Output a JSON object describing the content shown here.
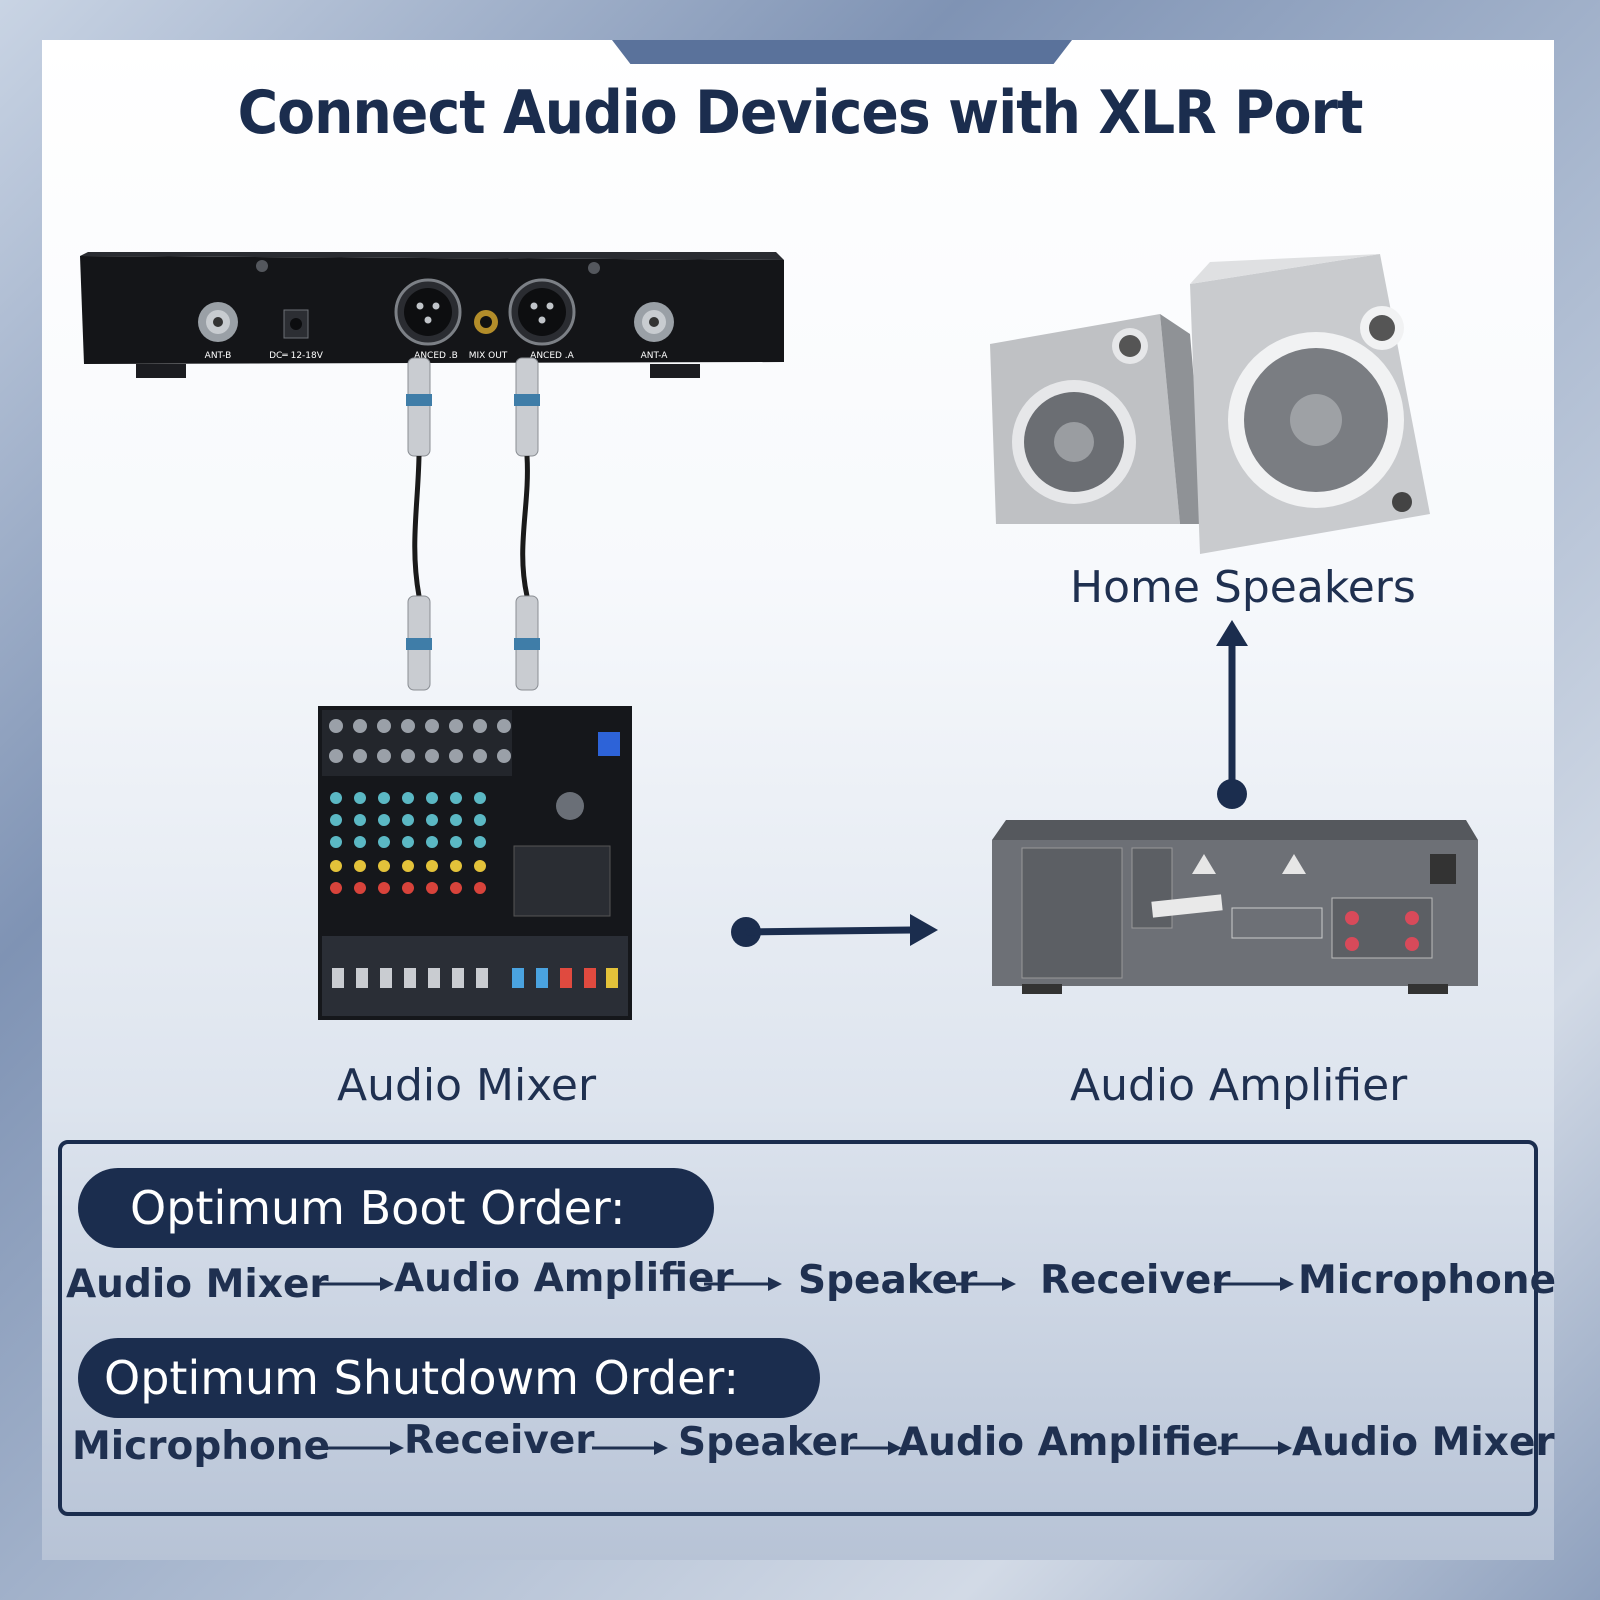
{
  "title": "Connect Audio Devices with XLR Port",
  "colors": {
    "navy": "#1b2d4e",
    "card": "#f7f9fc"
  },
  "devices": {
    "receiver": {
      "labels": [
        "ANT-B",
        "DC═ 12-18V",
        "ANCED .B",
        "MIX OUT",
        "ANCED .A",
        "ANT-A"
      ]
    },
    "speakers": {
      "label": "Home Speakers"
    },
    "mixer": {
      "label": "Audio Mixer"
    },
    "amplifier": {
      "label": "Audio Amplifier"
    }
  },
  "boot": {
    "heading": "Optimum Boot Order:",
    "steps": [
      "Audio Mixer",
      "Audio Amplifier",
      "Speaker",
      "Receiver",
      "Microphone"
    ]
  },
  "shutdown": {
    "heading": "Optimum Shutdowm Order:",
    "steps": [
      "Microphone",
      "Receiver",
      "Speaker",
      "Audio Amplifier",
      "Audio Mixer"
    ]
  }
}
